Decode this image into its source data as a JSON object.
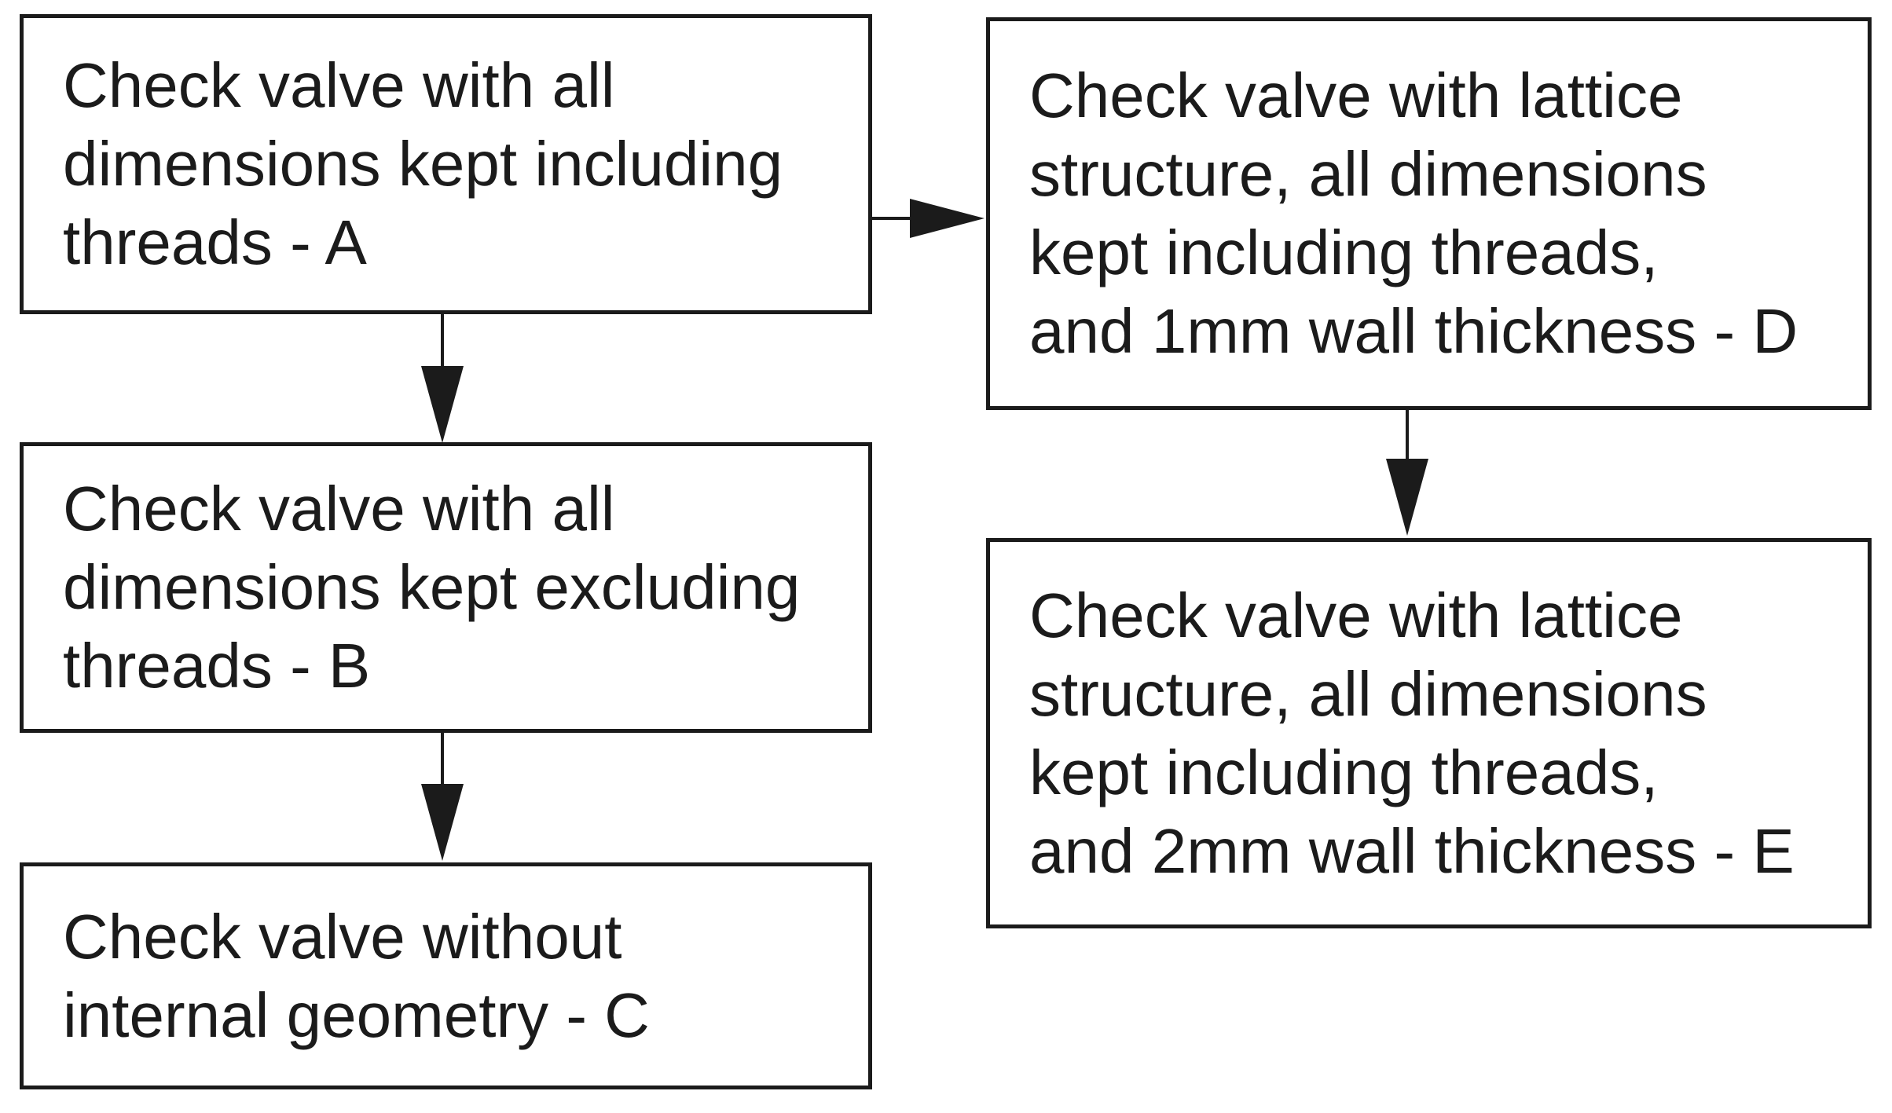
{
  "diagram": {
    "type": "flowchart",
    "colors": {
      "background": "#ffffff",
      "stroke": "#1b1b1b",
      "text": "#1b1b1b"
    },
    "nodes": [
      {
        "id": "A",
        "label": "Check valve with all dimensions kept including threads - A",
        "lines": [
          "Check valve with all",
          "dimensions kept including",
          "threads - A"
        ]
      },
      {
        "id": "B",
        "label": "Check valve with all dimensions kept excluding threads - B",
        "lines": [
          "Check valve with all",
          "dimensions kept excluding",
          "threads - B"
        ]
      },
      {
        "id": "C",
        "label": "Check valve without internal geometry - C",
        "lines": [
          "Check valve without",
          "internal geometry - C"
        ]
      },
      {
        "id": "D",
        "label": "Check valve with lattice structure, all dimensions kept including threads, and 1mm wall thickness - D",
        "lines": [
          "Check valve with lattice",
          "structure, all dimensions",
          "kept including threads,",
          "and 1mm wall thickness - D"
        ]
      },
      {
        "id": "E",
        "label": "Check valve with lattice structure, all dimensions kept including threads, and 2mm wall thickness - E",
        "lines": [
          "Check valve with lattice",
          "structure, all dimensions",
          "kept including threads,",
          "and 2mm wall thickness - E"
        ]
      }
    ],
    "edges": [
      {
        "from": "A",
        "to": "D",
        "direction": "right"
      },
      {
        "from": "A",
        "to": "B",
        "direction": "down"
      },
      {
        "from": "B",
        "to": "C",
        "direction": "down"
      },
      {
        "from": "D",
        "to": "E",
        "direction": "down"
      }
    ]
  }
}
